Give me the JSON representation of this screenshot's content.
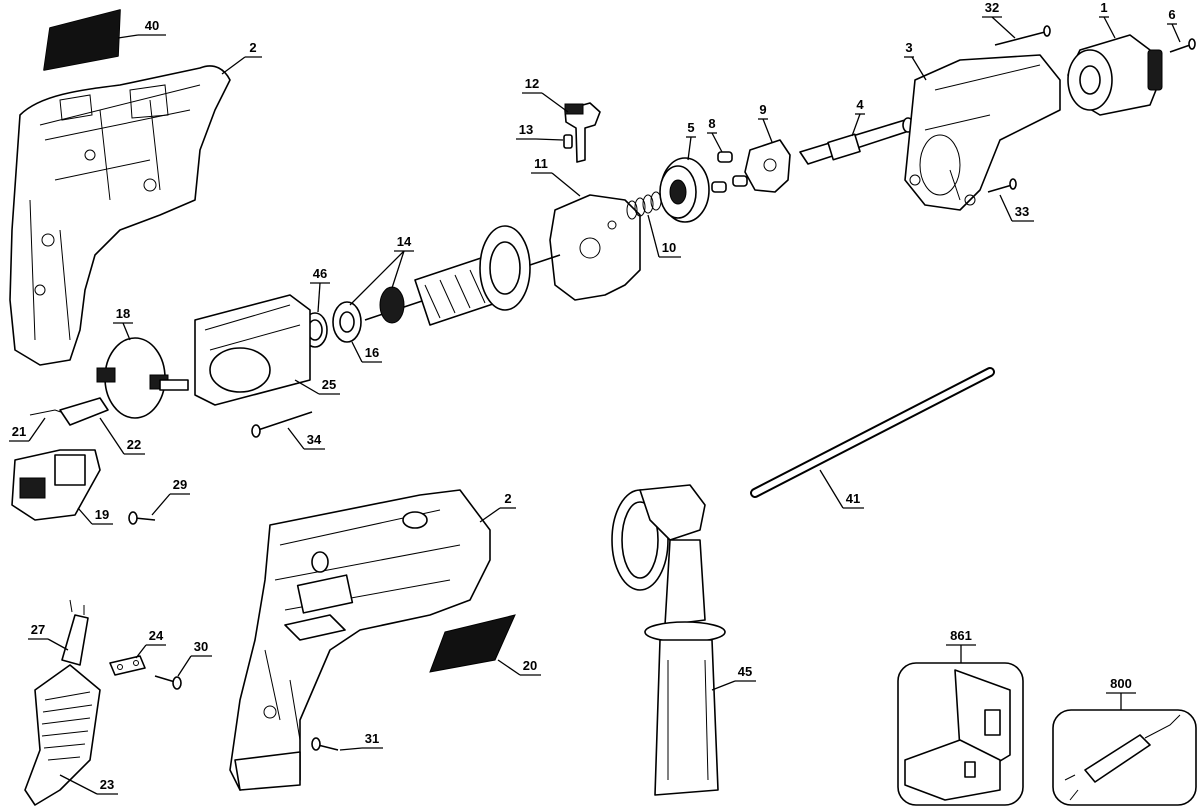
{
  "callouts": [
    {
      "id": "c40",
      "text": "40"
    },
    {
      "id": "c2a",
      "text": "2"
    },
    {
      "id": "c12",
      "text": "12"
    },
    {
      "id": "c13",
      "text": "13"
    },
    {
      "id": "c11",
      "text": "11"
    },
    {
      "id": "c5",
      "text": "5"
    },
    {
      "id": "c8",
      "text": "8"
    },
    {
      "id": "c9",
      "text": "9"
    },
    {
      "id": "c4",
      "text": "4"
    },
    {
      "id": "c3",
      "text": "3"
    },
    {
      "id": "c32",
      "text": "32"
    },
    {
      "id": "c1",
      "text": "1"
    },
    {
      "id": "c6",
      "text": "6"
    },
    {
      "id": "c33",
      "text": "33"
    },
    {
      "id": "c10",
      "text": "10"
    },
    {
      "id": "c14",
      "text": "14"
    },
    {
      "id": "c46",
      "text": "46"
    },
    {
      "id": "c16",
      "text": "16"
    },
    {
      "id": "c18",
      "text": "18"
    },
    {
      "id": "c25",
      "text": "25"
    },
    {
      "id": "c21",
      "text": "21"
    },
    {
      "id": "c22",
      "text": "22"
    },
    {
      "id": "c34",
      "text": "34"
    },
    {
      "id": "c19",
      "text": "19"
    },
    {
      "id": "c29",
      "text": "29"
    },
    {
      "id": "c2b",
      "text": "2"
    },
    {
      "id": "c41",
      "text": "41"
    },
    {
      "id": "c27",
      "text": "27"
    },
    {
      "id": "c24",
      "text": "24"
    },
    {
      "id": "c30",
      "text": "30"
    },
    {
      "id": "c20",
      "text": "20"
    },
    {
      "id": "c45",
      "text": "45"
    },
    {
      "id": "c861",
      "text": "861"
    },
    {
      "id": "c800",
      "text": "800"
    },
    {
      "id": "c31",
      "text": "31"
    },
    {
      "id": "c23",
      "text": "23"
    }
  ]
}
